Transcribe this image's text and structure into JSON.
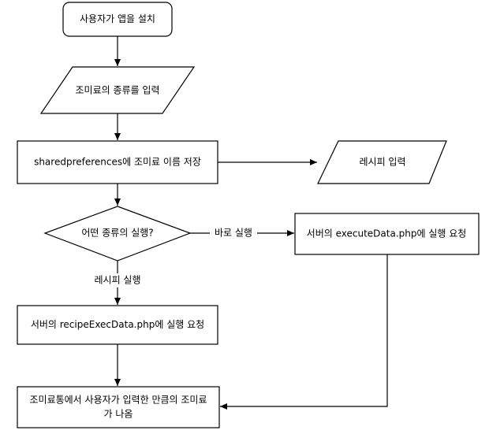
{
  "nodes": {
    "install": "사용자가 앱을 설치",
    "input_type": "조미료의 종류를 입력",
    "save_prefs": "sharedpreferences에 조미료 이름 저장",
    "recipe_input": "레시피 입력",
    "decision": "어떤 종류의 실행?",
    "server_execute": "서버의 executeData.php에 실행 요청",
    "server_recipe": "서버의 recipeExecData.php에 실행 요청",
    "output_line1": "조미료통에서 사용자가 입력한 만큼의 조미료",
    "output_line2": "가 나옴"
  },
  "edges": {
    "immediate": "바로 실행",
    "recipe": "레시피 실행"
  }
}
